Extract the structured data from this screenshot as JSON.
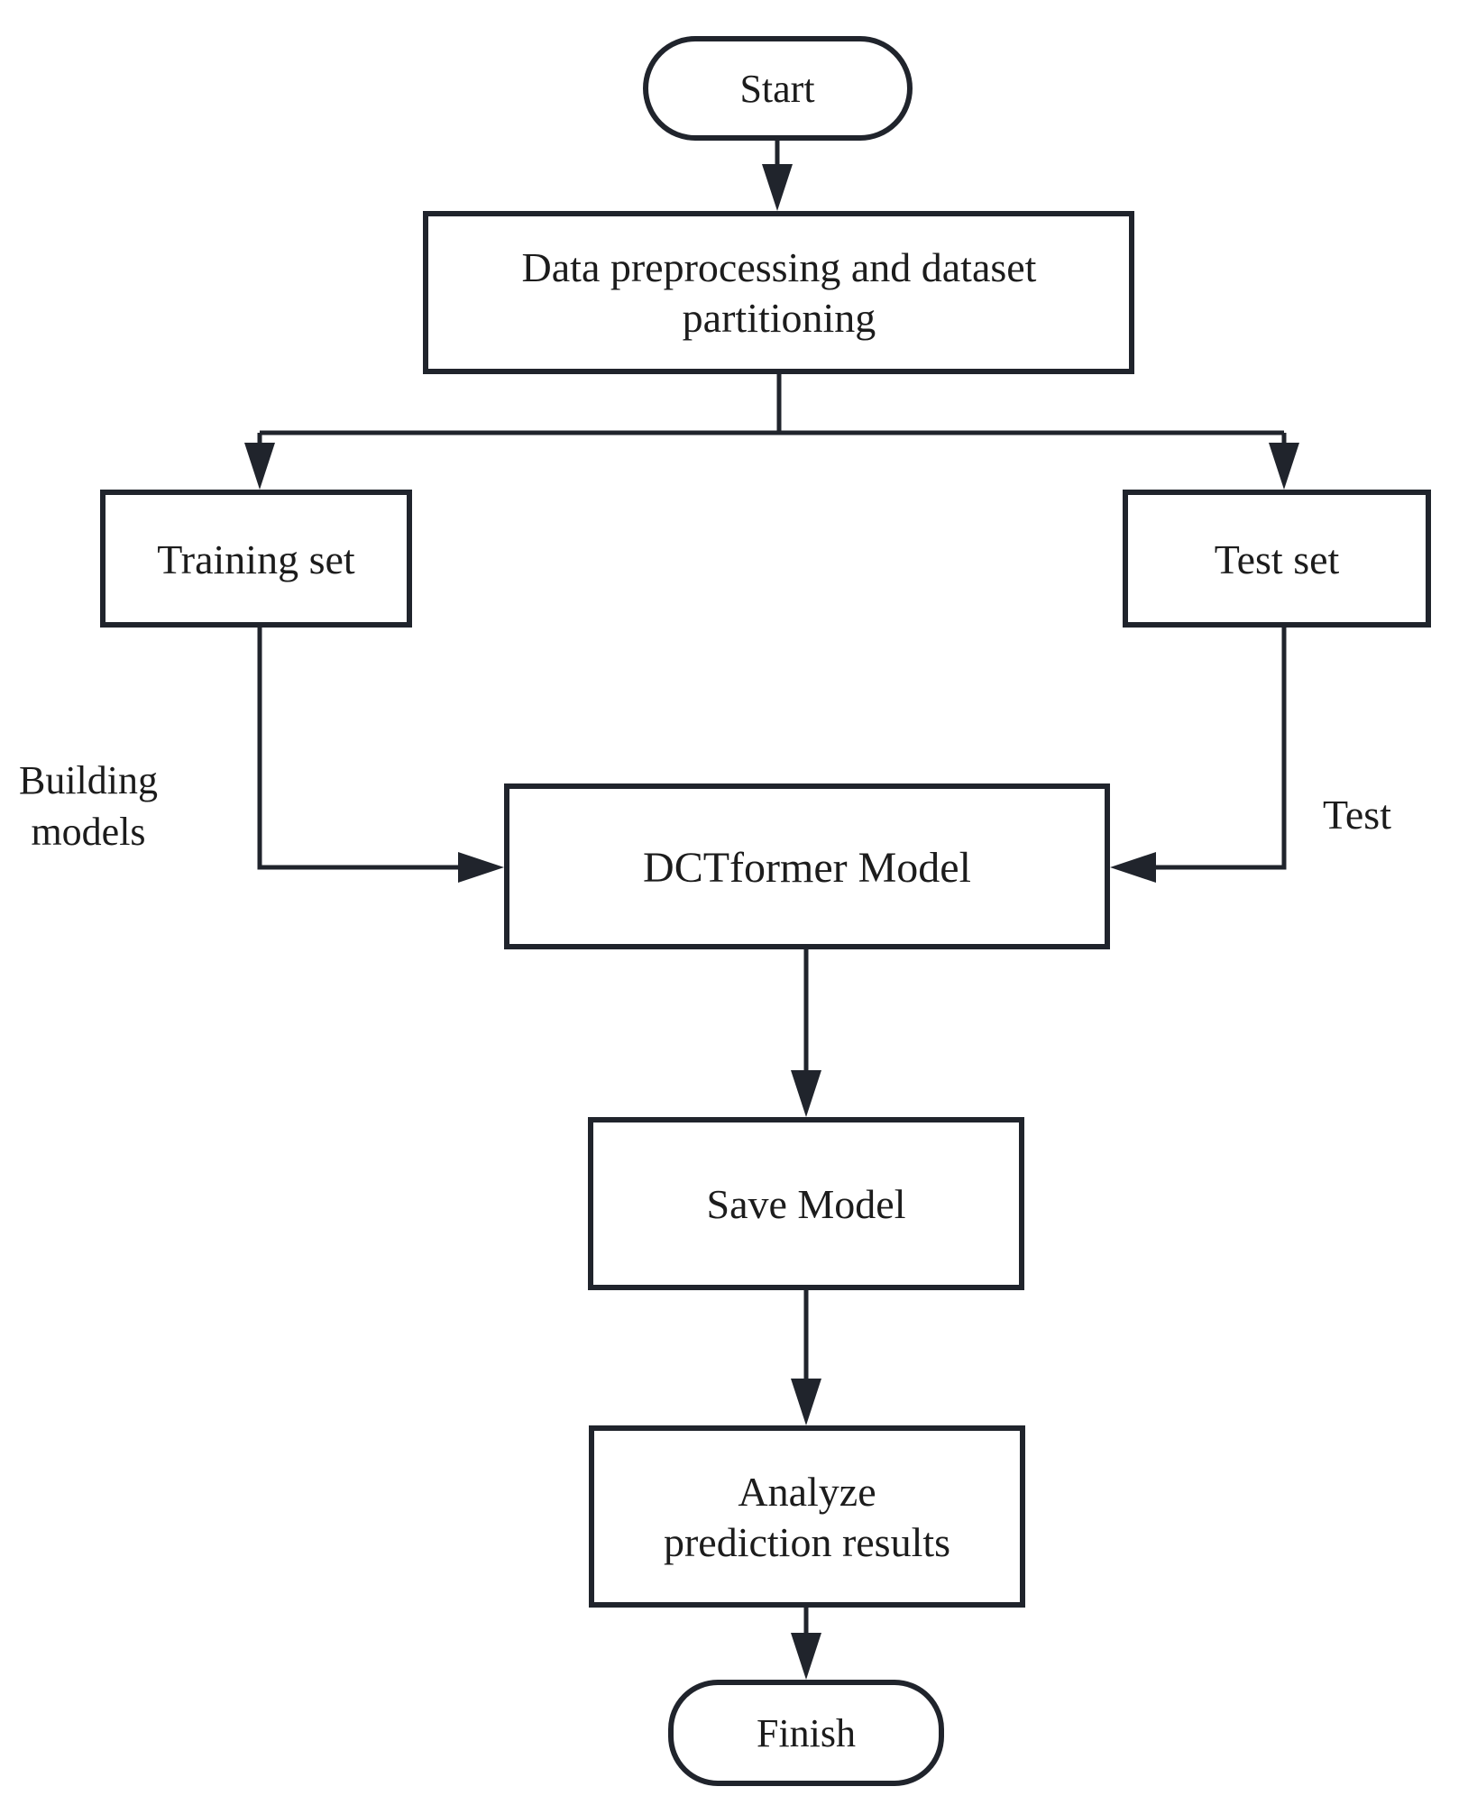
{
  "diagram": {
    "type": "flowchart",
    "colors": {
      "stroke": "#20242c",
      "text": "#1c1c1c",
      "background": "#ffffff"
    },
    "nodes": {
      "start": {
        "label": "Start"
      },
      "preprocess": {
        "lines": [
          "Data preprocessing and dataset",
          "partitioning"
        ]
      },
      "training": {
        "label": "Training set"
      },
      "testset": {
        "label": "Test set"
      },
      "dctformer": {
        "label": "DCTformer Model"
      },
      "save": {
        "label": "Save Model"
      },
      "analyze": {
        "lines": [
          "Analyze",
          "prediction results"
        ]
      },
      "finish": {
        "label": "Finish"
      }
    },
    "edge_labels": {
      "building_models": {
        "lines": [
          "Building",
          "models"
        ]
      },
      "test": {
        "label": "Test"
      }
    },
    "edges": [
      "start -> preprocess",
      "preprocess -> training",
      "preprocess -> testset",
      "training -> dctformer (Building models)",
      "testset -> dctformer (Test)",
      "dctformer -> save",
      "save -> analyze",
      "analyze -> finish"
    ]
  }
}
